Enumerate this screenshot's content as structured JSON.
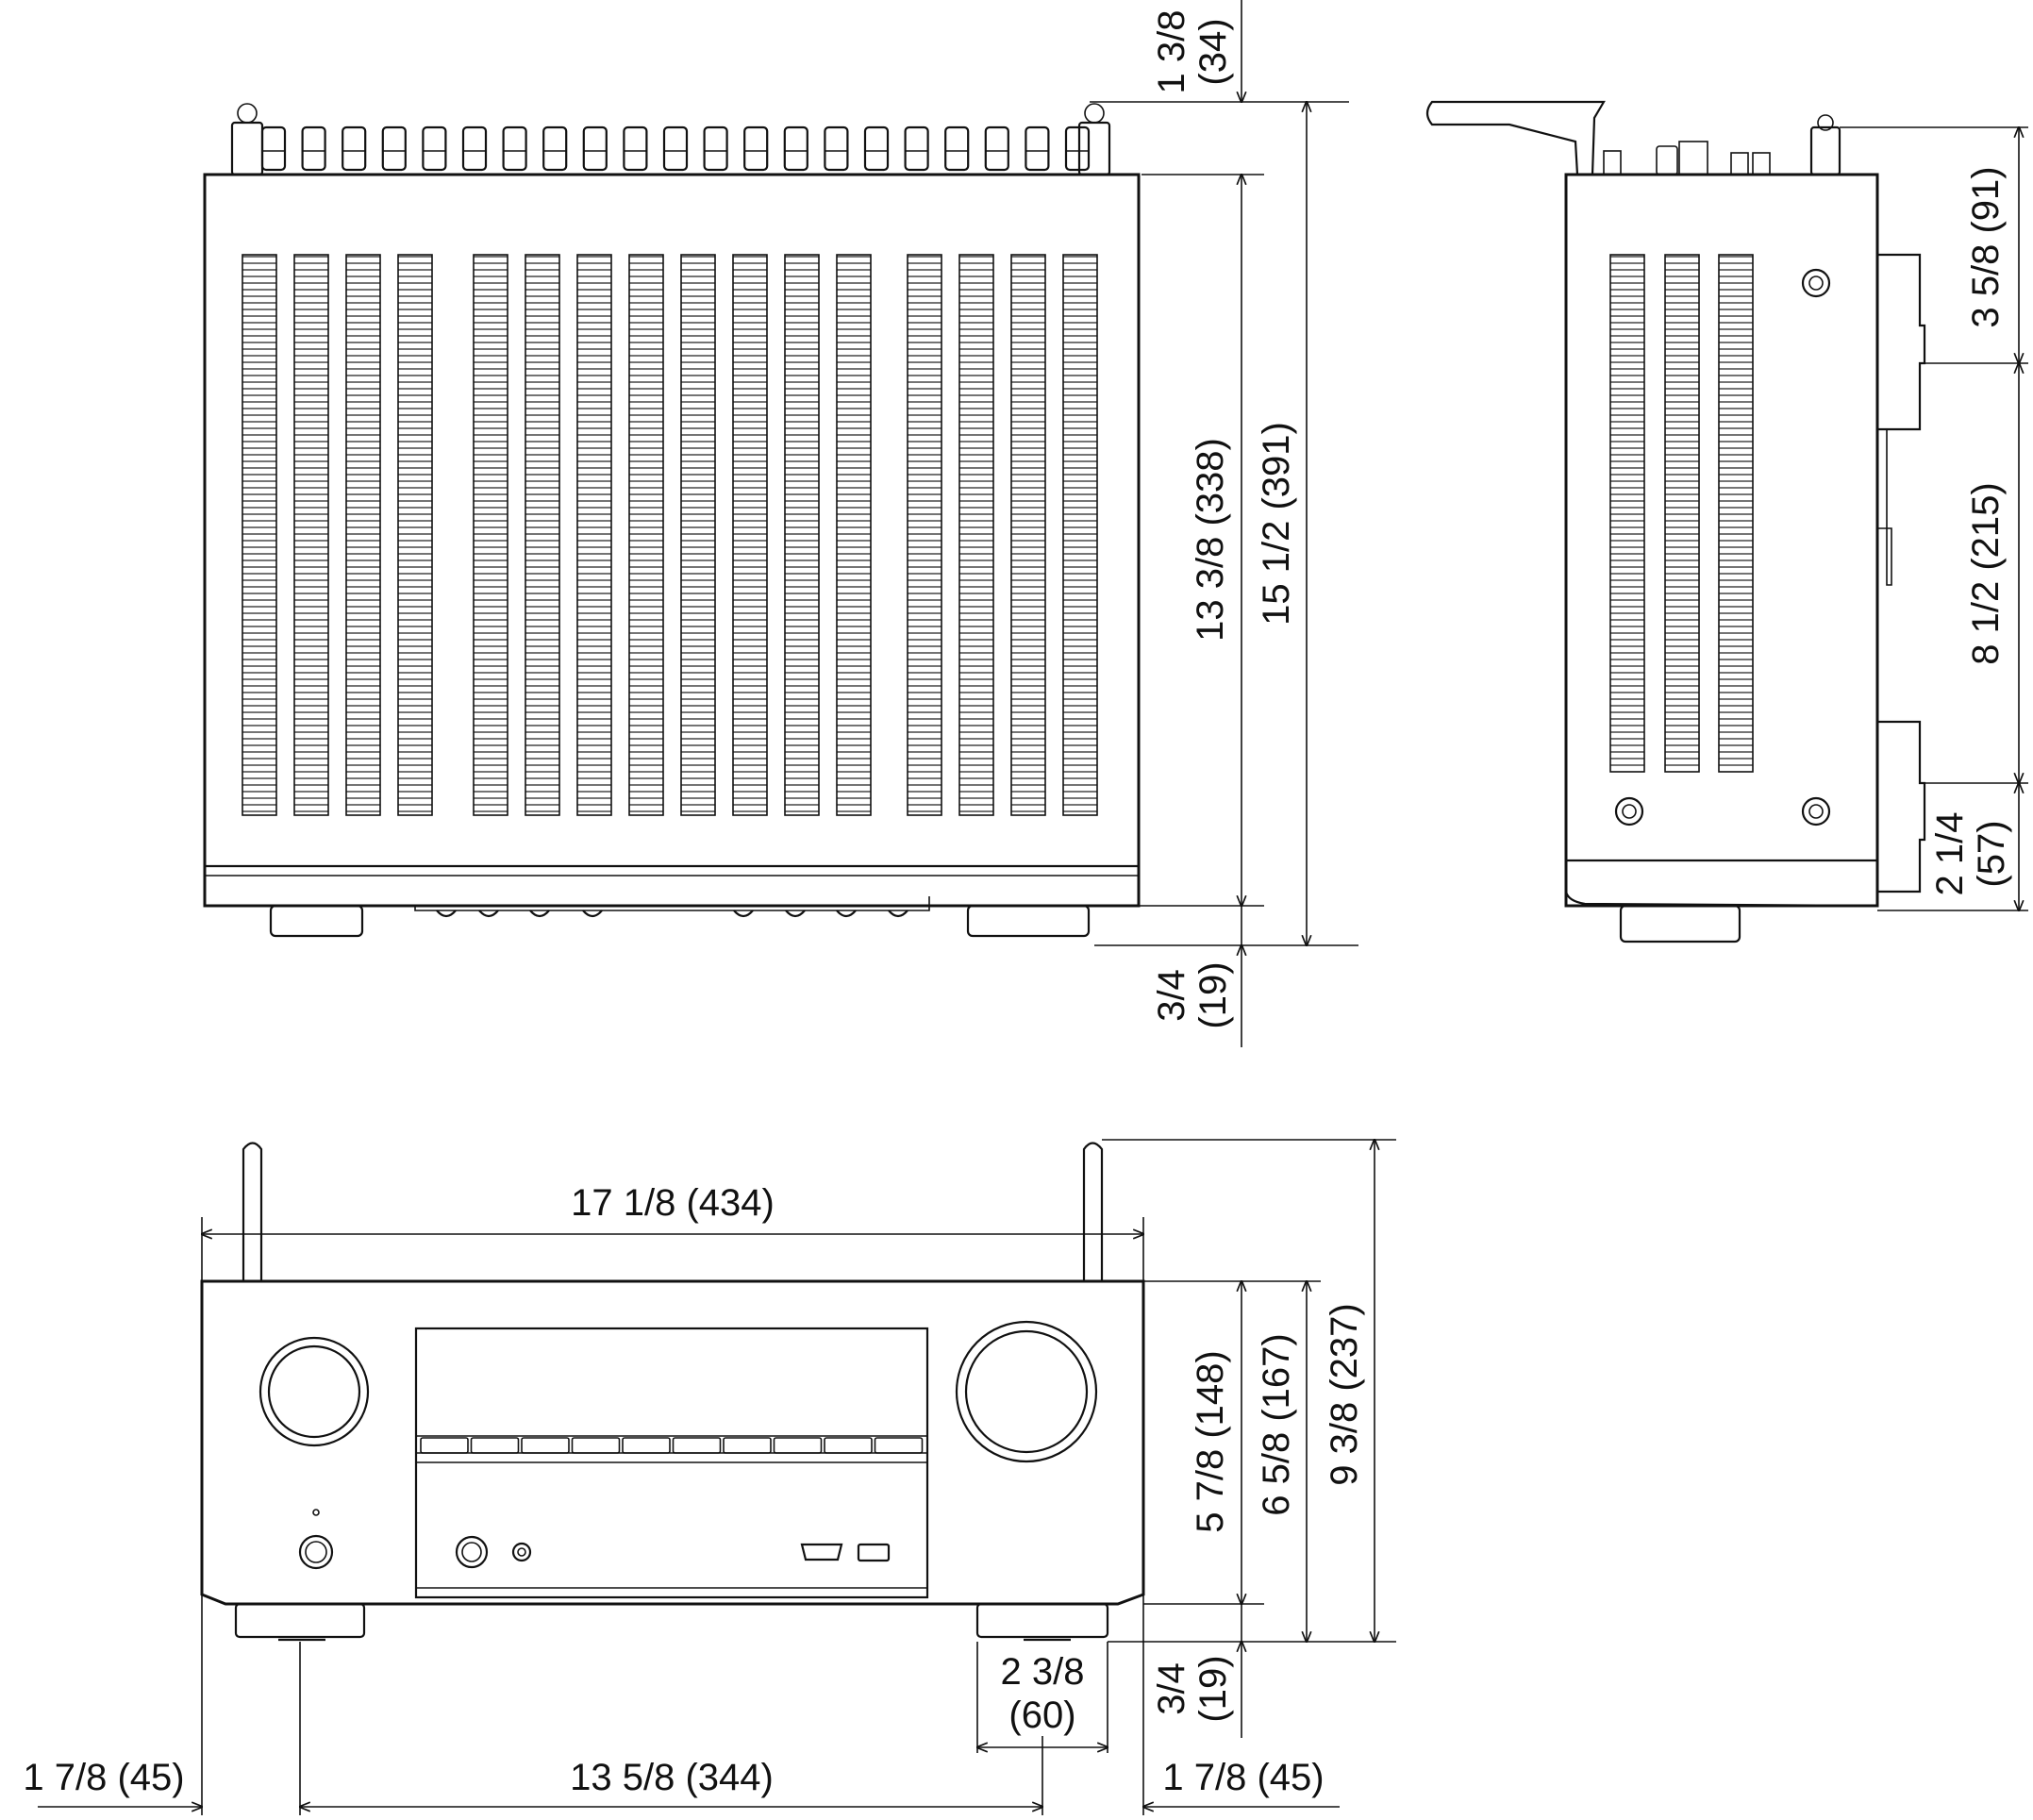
{
  "dimensions": {
    "top_height_antenna": "1 3/8\n(34)",
    "top_depth_chassis": "13 3/8 (338)",
    "top_depth_total": "15 1/2 (391)",
    "top_feet": "3/4\n(19)",
    "side_upper": "3 5/8 (91)",
    "side_middle": "8 1/2 (215)",
    "side_lower": "2 1/4\n(57)",
    "front_width": "17 1/8 (434)",
    "front_body_height": "5 7/8 (148)",
    "front_height_feet": "6 5/8 (167)",
    "front_height_antenna": "9 3/8 (237)",
    "front_foot_width": "2 3/8\n(60)",
    "front_feet_height": "3/4\n(19)",
    "front_left_offset": "1 7/8 (45)",
    "front_feet_span": "13 5/8 (344)",
    "front_right_offset": "1 7/8 (45)"
  }
}
